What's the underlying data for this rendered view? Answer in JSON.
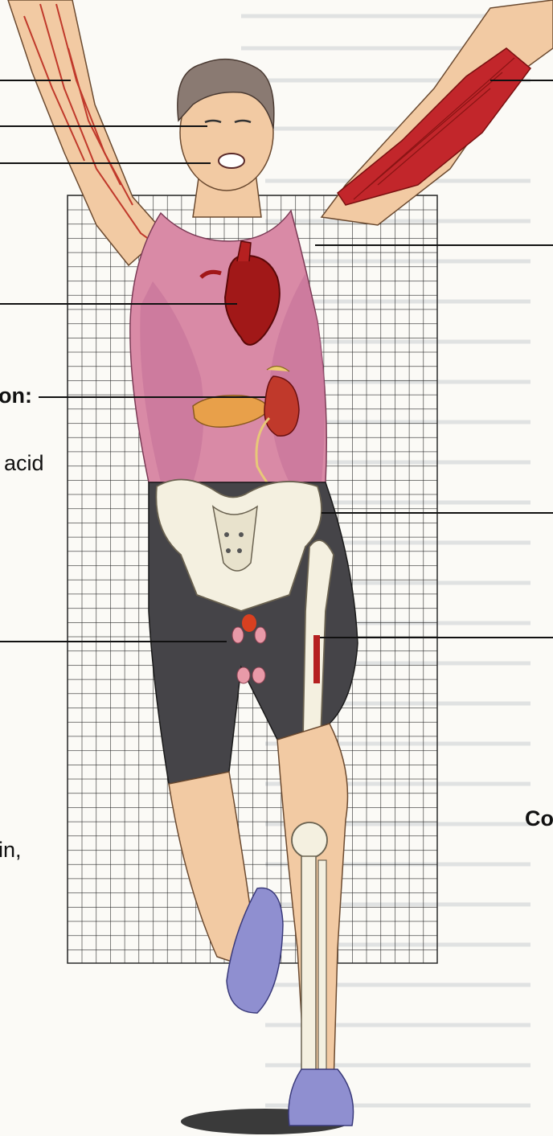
{
  "labels": {
    "left_3": "on:",
    "left_4": "acid",
    "left_6": "in,",
    "right_5": "Co"
  },
  "colors": {
    "skin": "#f2caa3",
    "shirt": "#d98aa6",
    "shorts": "#454448",
    "shoes": "#8f8fd0",
    "heart": "#a11818",
    "muscle": "#c2262b",
    "bone": "#f4f0e0",
    "grid": "#2a2a2a",
    "leader_line": "#111111"
  }
}
